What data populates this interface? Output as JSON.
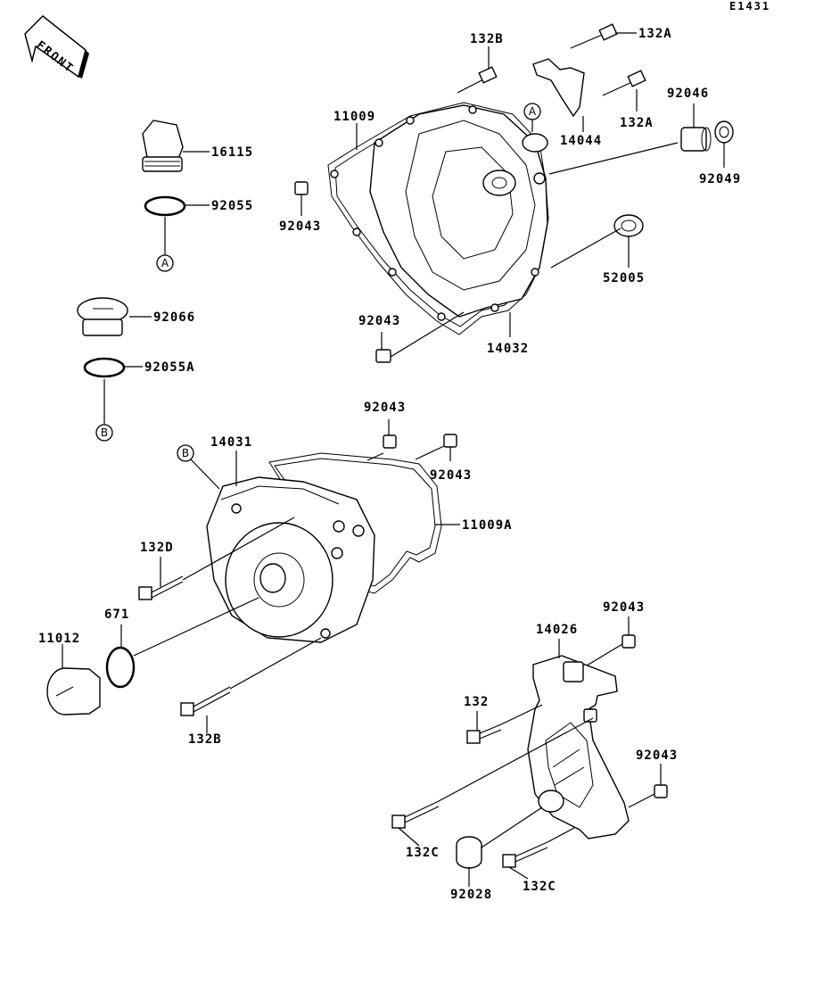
{
  "diagram_code": "E1431",
  "front_marker": "FRONT",
  "callouts": {
    "a1": "A",
    "a2": "A",
    "b1": "B",
    "b2": "B"
  },
  "labels": {
    "p132B_top": "132B",
    "p132A_top": "132A",
    "p132A_mid": "132A",
    "p11009": "11009",
    "p14044": "14044",
    "p92046": "92046",
    "p92049": "92049",
    "p16115": "16115",
    "p92055": "92055",
    "p92043_a": "92043",
    "p52005": "52005",
    "p92043_b": "92043",
    "p14032": "14032",
    "p92066": "92066",
    "p92055A": "92055A",
    "p92043_c": "92043",
    "p14031": "14031",
    "p92043_d": "92043",
    "p11009A": "11009A",
    "p132D": "132D",
    "p671": "671",
    "p11012": "11012",
    "p132B_bot": "132B",
    "p92043_e": "92043",
    "p14026": "14026",
    "p132": "132",
    "p92043_f": "92043",
    "p132C_a": "132C",
    "p92028": "92028",
    "p132C_b": "132C"
  }
}
